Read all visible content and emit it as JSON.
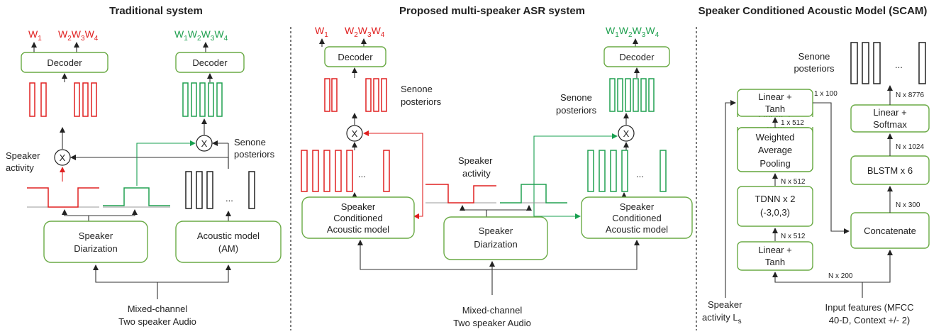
{
  "titles": {
    "traditional": "Traditional system",
    "proposed": "Proposed multi-speaker ASR system",
    "scam": "Speaker Conditioned Acoustic Model (SCAM)"
  },
  "words": {
    "w1": "W",
    "w1_sub": "1",
    "w234": [
      "W",
      "2",
      "W",
      "3",
      "W",
      "4"
    ],
    "w1234": [
      "W",
      "1",
      "W",
      "2",
      "W",
      "3",
      "W",
      "4"
    ]
  },
  "labels": {
    "decoder": "Decoder",
    "speaker_diarization": [
      "Speaker",
      "Diarization"
    ],
    "acoustic_model": [
      "Acoustic model",
      "(AM)"
    ],
    "scam_box": [
      "Speaker",
      "Conditioned",
      "Acoustic model"
    ],
    "senone_posteriors": [
      "Senone",
      "posteriors"
    ],
    "speaker_activity": [
      "Speaker",
      "activity"
    ],
    "mixed_audio": [
      "Mixed-channel",
      "Two speaker Audio"
    ],
    "multiply": "X",
    "ellipsis": "..."
  },
  "scam": {
    "linear_tanh_top": [
      "Linear +",
      "Tanh"
    ],
    "weighted_pooling": [
      "Weighted",
      "Average",
      "Pooling"
    ],
    "tdnn": [
      "TDNN x 2",
      "(-3,0,3)"
    ],
    "linear_tanh_bottom": [
      "Linear +",
      "Tanh"
    ],
    "linear_softmax": [
      "Linear +",
      "Softmax"
    ],
    "blstm": "BLSTM x 6",
    "concatenate": "Concatenate",
    "senone_posteriors": [
      "Senone",
      "posteriors"
    ],
    "speaker_activity_ls": [
      "Speaker",
      "activity L",
      "s"
    ],
    "input_features": [
      "Input features (MFCC",
      "40-D, Context +/- 2)"
    ],
    "dims": {
      "d1x100": "1 x 100",
      "d1x512": "1 x 512",
      "dNx512a": "N x 512",
      "dNx512b": "N x 512",
      "dNx200": "N x 200",
      "dNx8776": "N x 8776",
      "dNx1024": "N x 1024",
      "dNx300": "N x 300"
    }
  },
  "colors": {
    "red": "#e02020",
    "green": "#20a050",
    "box_border": "#6aaa45"
  }
}
